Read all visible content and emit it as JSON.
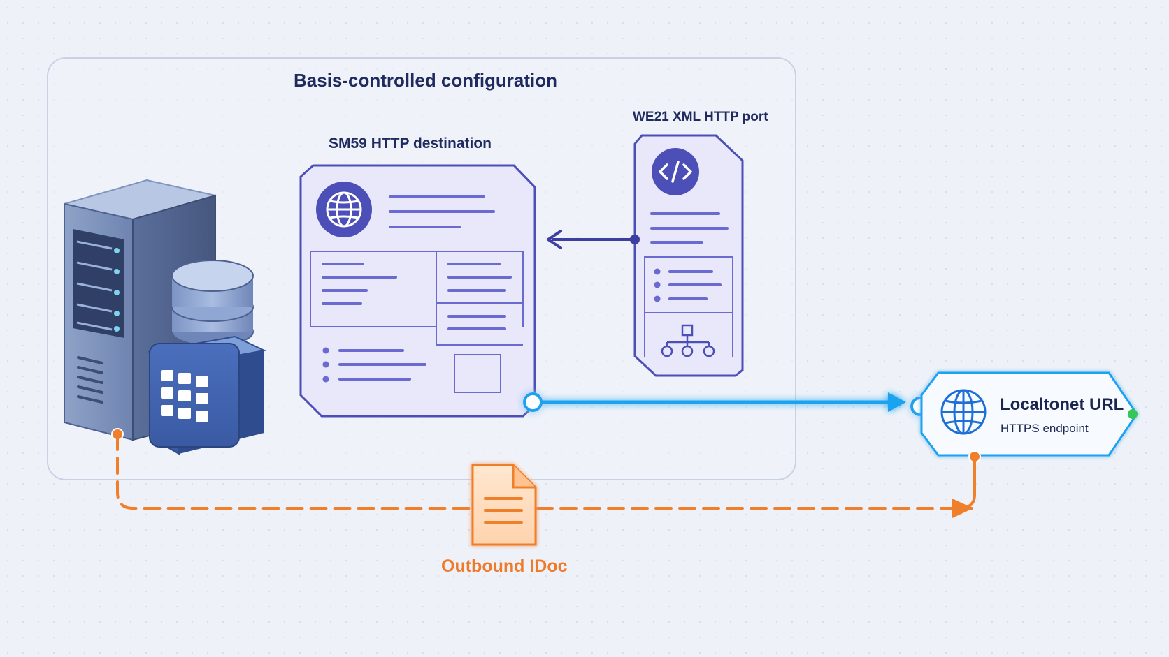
{
  "group": {
    "title": "Basis-controlled configuration"
  },
  "sm59": {
    "label": "SM59 HTTP destination",
    "icon": "globe-icon"
  },
  "we21": {
    "label": "WE21 XML HTTP port",
    "icon": "code-icon"
  },
  "endpoint": {
    "title": "Localtonet URL",
    "subtitle": "HTTPS endpoint",
    "icon": "globe-icon",
    "status_color": "#34c759"
  },
  "idoc": {
    "label": "Outbound IDoc",
    "icon": "document-icon"
  },
  "server": {
    "icon": "server-icon"
  },
  "database": {
    "icon": "database-icon"
  },
  "colors": {
    "primary": "#4d4fb8",
    "card_fill": "#e9e8fa",
    "http_link": "#1aa3f0",
    "idoc_flow": "#f07f2c",
    "text_dark": "#1f2a5e"
  }
}
